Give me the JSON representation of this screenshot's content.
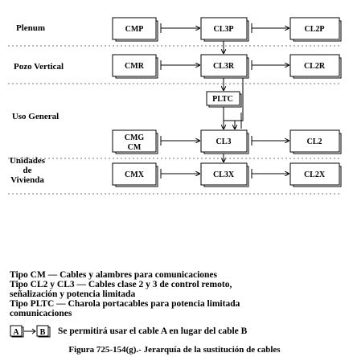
{
  "rows": {
    "plenum": "Plenum",
    "vertical": "Pozo Vertical",
    "general": "Uso General",
    "vivienda": [
      "Unidades",
      "de",
      "Vivienda"
    ]
  },
  "cables": {
    "cmp": "CMP",
    "cl3p": "CL3P",
    "cl2p": "CL2P",
    "cmr": "CMR",
    "cl3r": "CL3R",
    "cl2r": "CL2R",
    "pltc": "PLTC",
    "cmg": "CMG",
    "cm": "CM",
    "cl3": "CL3",
    "cl2": "CL2",
    "cmx": "CMX",
    "cl3x": "CL3X",
    "cl2x": "CL2X"
  },
  "legend": [
    "Tipo CM — Cables y alambres para comunicaciones",
    "Tipo CL2 y CL3 — Cables clase 2 y 3 de control remoto,",
    "señalización y potencia limitada",
    "Tipo PLTC — Charola portacables para potencia limitada",
    "comunicaciones"
  ],
  "example": {
    "a": "A",
    "b": "B",
    "text": "Se permitirá usar el cable A en lugar del cable B"
  },
  "caption": "Figura 725-154(g).- Jerarquía de la sustitución de cables"
}
